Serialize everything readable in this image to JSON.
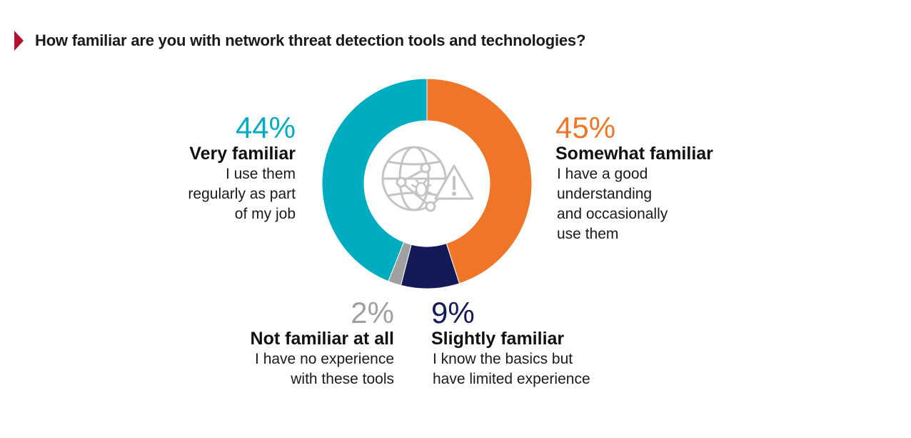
{
  "title": "How familiar are you with network threat detection tools and technologies?",
  "colors": {
    "title_marker": "#b3122e",
    "very_familiar": "#00acbf",
    "somewhat_familiar": "#ef7628",
    "slightly_familiar": "#141a57",
    "not_familiar": "#a0a0a0",
    "center_icon": "#c4c4c4"
  },
  "center_icon": "globe-bug-warning-icon",
  "chart_data": {
    "type": "pie",
    "variant": "donut",
    "title": "How familiar are you with network threat detection tools and technologies?",
    "slices": [
      {
        "key": "somewhat",
        "label": "Somewhat familiar",
        "value": 45,
        "value_label": "45%",
        "description": "I have a good understanding and occasionally use them",
        "color": "#ef7628"
      },
      {
        "key": "slightly",
        "label": "Slightly familiar",
        "value": 9,
        "value_label": "9%",
        "description": "I know the basics but have limited experience",
        "color": "#141a57"
      },
      {
        "key": "not",
        "label": "Not familiar at all",
        "value": 2,
        "value_label": "2%",
        "description": "I have no experience with these tools",
        "color": "#a0a0a0"
      },
      {
        "key": "very",
        "label": "Very familiar",
        "value": 44,
        "value_label": "44%",
        "description": "I use them regularly as part of my job",
        "color": "#00acbf"
      }
    ]
  },
  "labels": {
    "very": {
      "pct": "44%",
      "name": "Very familiar",
      "desc_lines": [
        "I use them",
        "regularly as part",
        "of my job"
      ]
    },
    "somewhat": {
      "pct": "45%",
      "name": "Somewhat familiar",
      "desc_lines": [
        "I have a good",
        "understanding",
        "and occasionally",
        "use them"
      ]
    },
    "not": {
      "pct": "2%",
      "name": "Not familiar at all",
      "desc_lines": [
        "I have no experience",
        "with these tools"
      ]
    },
    "slightly": {
      "pct": "9%",
      "name": "Slightly familiar",
      "desc_lines": [
        "I know the basics but",
        "have limited experience"
      ]
    }
  }
}
